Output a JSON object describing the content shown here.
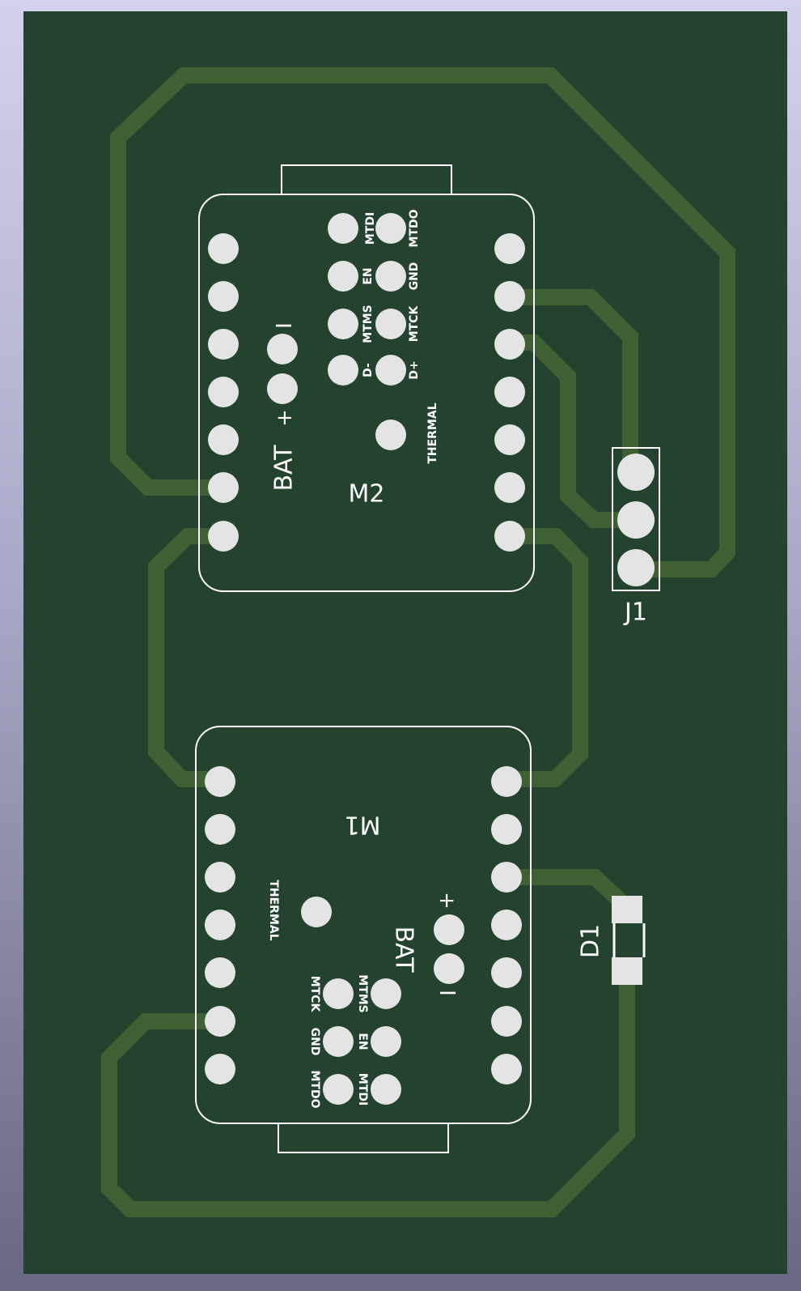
{
  "board": {
    "background_gradient": [
      "#d2d1ee",
      "#686884"
    ],
    "board_color": "#24432f",
    "trace_color": "#3e6032",
    "pad_color": "#e4e4e4",
    "silkscreen_color": "#ffffff"
  },
  "M2": {
    "ref": "M2",
    "bat_label": "BAT",
    "plus": "+",
    "minus": "I",
    "thermal": "THERMAL",
    "pins": {
      "mtdi": "MTDI",
      "mtdo": "MTDO",
      "en": "EN",
      "gnd": "GND",
      "mtms": "MTMS",
      "mtck": "MTCK",
      "dminus": "D-",
      "dplus": "D+"
    }
  },
  "M1": {
    "ref": "M1",
    "bat_label": "BAT",
    "plus": "+",
    "minus": "I",
    "thermal": "THERMAL",
    "pins": {
      "mtck": "MTCK",
      "mtms": "MTMS",
      "gnd": "GND",
      "en": "EN",
      "mtdo": "MTDO",
      "mtdi": "MTDI"
    }
  },
  "J1": {
    "ref": "J1"
  },
  "D1": {
    "ref": "D1"
  }
}
